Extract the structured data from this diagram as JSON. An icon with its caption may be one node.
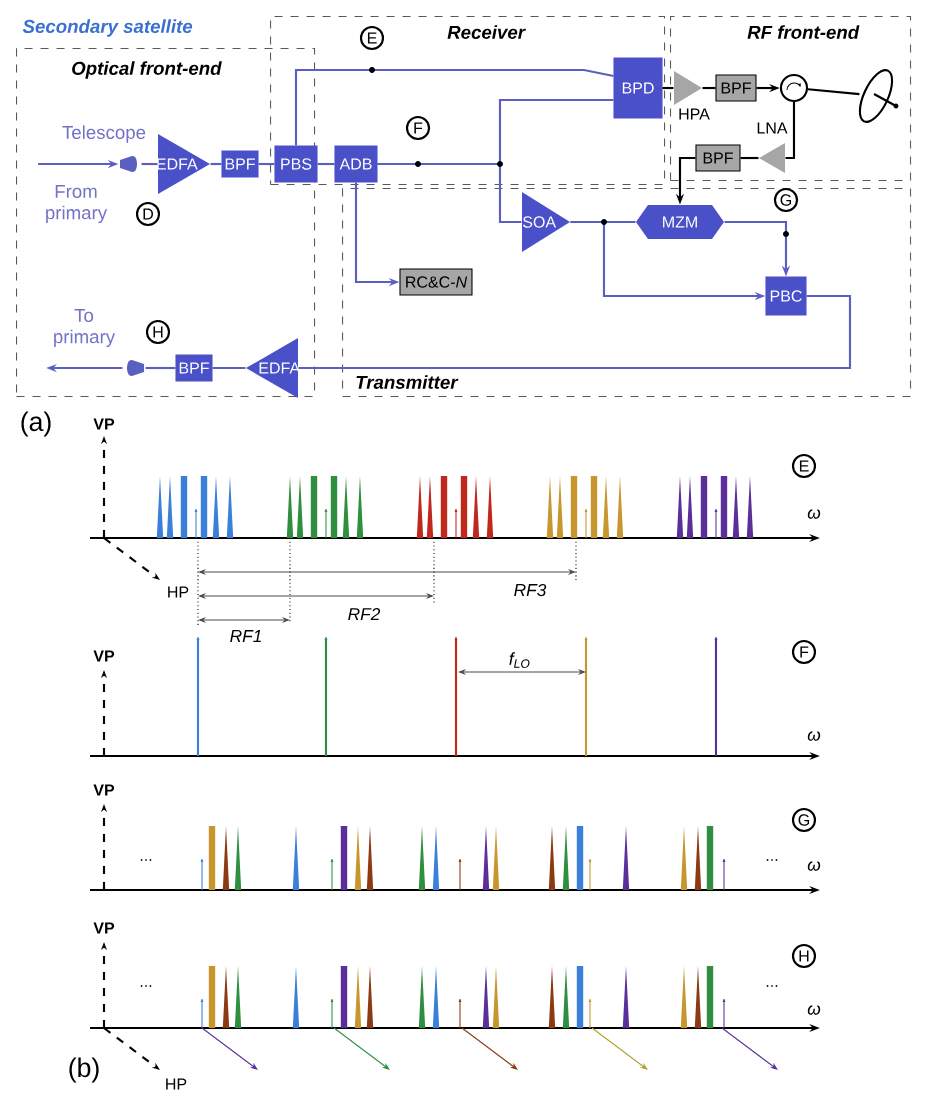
{
  "diagram": {
    "title": "Secondary satellite",
    "nodes": [
      {
        "text": [
          "Optical front-end"
        ]
      },
      {
        "text": [],
        "shape": "lens",
        "in": 0
      },
      {
        "text": [
          "EDFA"
        ],
        "in": 0
      },
      {
        "text": [
          "BPF"
        ],
        "in": 0
      },
      {
        "text": [
          "D"
        ],
        "in": 0
      },
      {
        "text": [
          "H"
        ],
        "in": 0
      },
      {
        "text": [
          "EDFA"
        ],
        "in": 0
      },
      {
        "text": [
          "BPF"
        ],
        "in": 0
      },
      {
        "text": [],
        "shape": "lens",
        "in": 0
      },
      {
        "text": [
          "PBS"
        ]
      },
      {
        "text": [
          "Receiver"
        ]
      },
      {
        "text": [
          "ADB"
        ],
        "in": 10
      },
      {
        "text": [
          "BPD"
        ],
        "in": 10
      },
      {
        "text": [
          "E"
        ],
        "in": 10
      },
      {
        "text": [
          "F"
        ],
        "in": 10
      },
      {
        "text": [
          "RF front-end"
        ]
      },
      {
        "text": [],
        "shape": "triangle",
        "beside": [
          "HPA"
        ],
        "in": 15
      },
      {
        "text": [
          "BPF"
        ],
        "in": 15
      },
      {
        "text": [],
        "shape": "circle",
        "in": 15
      },
      {
        "text": [],
        "shape": "picture",
        "in": 15
      },
      {
        "text": [],
        "shape": "triangle",
        "beside": [
          "LNA"
        ],
        "in": 15
      },
      {
        "text": [
          "BPF"
        ],
        "in": 15
      },
      {
        "text": [
          "Transmitter"
        ]
      },
      {
        "text": [
          "SOA"
        ],
        "in": 22
      },
      {
        "text": [
          "MZM"
        ],
        "in": 22
      },
      {
        "text": [
          "PBC"
        ],
        "in": 22
      },
      {
        "text": [
          "G"
        ],
        "in": 22
      },
      {
        "text": [
          "RC&C-*N*"
        ],
        "in": 22
      },
      {
        "text": [
          "E"
        ]
      },
      {
        "text": [
          "F"
        ]
      },
      {
        "text": [
          "G"
        ]
      },
      {
        "text": [
          "H"
        ]
      },
      {
        "text": [
          "From primary"
        ],
        "in": 0
      },
      {
        "text": [
          "To primary"
        ],
        "in": 0
      }
    ],
    "edges": [
      {
        "from": 32,
        "to": 1,
        "arrow": "to"
      },
      {
        "from": 1,
        "to": 2,
        "arrow": "none"
      },
      {
        "from": 2,
        "to": 3,
        "arrow": "none"
      },
      {
        "from": 3,
        "to": 9,
        "arrow": "none"
      },
      {
        "from": 9,
        "to": 11,
        "arrow": "none"
      },
      {
        "from": 9,
        "to": 12,
        "arrow": "none"
      },
      {
        "from": 11,
        "to": 12,
        "arrow": "none"
      },
      {
        "from": 11,
        "to": 23,
        "arrow": "none"
      },
      {
        "from": 11,
        "to": 27,
        "arrow": "to"
      },
      {
        "from": 12,
        "to": 16,
        "arrow": "none",
        "color": "#000000"
      },
      {
        "from": 16,
        "to": 17,
        "arrow": "none",
        "color": "#000000"
      },
      {
        "from": 17,
        "to": 18,
        "arrow": "to",
        "color": "#000000"
      },
      {
        "from": 18,
        "to": 19,
        "arrow": "none",
        "color": "#000000"
      },
      {
        "from": 18,
        "to": 20,
        "arrow": "none",
        "color": "#000000"
      },
      {
        "from": 20,
        "to": 21,
        "arrow": "none",
        "color": "#000000"
      },
      {
        "from": 21,
        "to": 24,
        "arrow": "to",
        "color": "#000000"
      },
      {
        "from": 23,
        "to": 24,
        "arrow": "none"
      },
      {
        "from": 23,
        "to": 25,
        "arrow": "to"
      },
      {
        "from": 24,
        "to": 25,
        "arrow": "to"
      },
      {
        "from": 25,
        "to": 6,
        "arrow": "none"
      },
      {
        "from": 6,
        "to": 7,
        "arrow": "none"
      },
      {
        "from": 7,
        "to": 8,
        "arrow": "none"
      },
      {
        "from": 8,
        "to": 33,
        "arrow": "to"
      }
    ],
    "labels": [
      "Telescope",
      "(a)",
      "VP",
      "HP",
      "ω",
      "RF1",
      "RF2",
      "RF3",
      "VP",
      "ω",
      "*f*$_{LO}$",
      "VP",
      "...",
      "...",
      "ω",
      "VP",
      "...",
      "...",
      "ω",
      "HP",
      "(b)"
    ]
  }
}
